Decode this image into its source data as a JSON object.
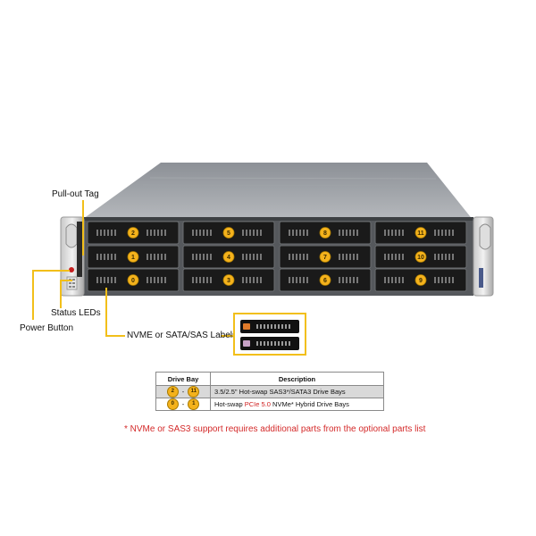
{
  "callouts": {
    "pull_out_tag": "Pull-out Tag",
    "status_leds": "Status LEDs",
    "power_button": "Power Button",
    "nvme_labels": "NVME or SATA/SAS Labels"
  },
  "drive_bays": {
    "row_top": [
      "2",
      "5",
      "8",
      "11"
    ],
    "row_mid": [
      "1",
      "4",
      "7",
      "10"
    ],
    "row_bottom": [
      "0",
      "3",
      "6",
      "9"
    ]
  },
  "table": {
    "header_bay": "Drive Bay",
    "header_desc": "Description",
    "rows": [
      {
        "from": "2",
        "to": "11",
        "desc_pre": "3.5/2.5\" Hot-swap SAS3*/SATA3 Drive Bays",
        "desc_red": "",
        "desc_post": ""
      },
      {
        "from": "0",
        "to": "1",
        "desc_pre": "Hot-swap ",
        "desc_red": "PCIe 5.0",
        "desc_post": " NVMe* Hybrid Drive Bays"
      }
    ]
  },
  "footnote": "* NVMe or SAS3 support requires additional parts from the optional parts list",
  "colors": {
    "accent": "#f2bf1a",
    "badge": "#f4b21c",
    "pcie_red": "#d02020",
    "footnote_red": "#d42a2a"
  },
  "icons": [
    "server-chassis",
    "drive-bay-badge",
    "power-button-icon",
    "status-led-icon"
  ]
}
